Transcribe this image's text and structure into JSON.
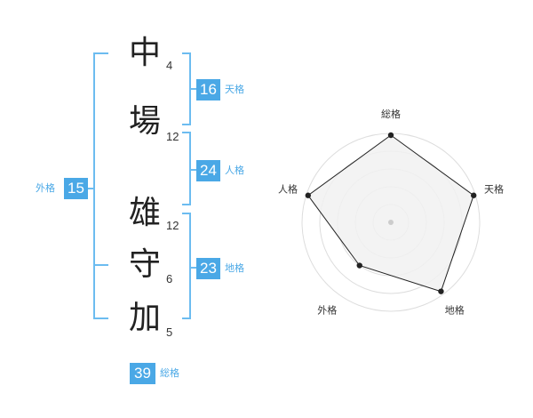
{
  "name_chars": [
    {
      "char": "中",
      "strokes": "4"
    },
    {
      "char": "場",
      "strokes": "12"
    },
    {
      "char": "雄",
      "strokes": "12"
    },
    {
      "char": "守",
      "strokes": "6"
    },
    {
      "char": "加",
      "strokes": "5"
    }
  ],
  "fortunes": {
    "tenkaku": {
      "value": "16",
      "label": "天格"
    },
    "jinkaku": {
      "value": "24",
      "label": "人格"
    },
    "chikaku": {
      "value": "23",
      "label": "地格"
    },
    "gaikaku": {
      "value": "15",
      "label": "外格"
    },
    "soukaku": {
      "value": "39",
      "label": "総格"
    }
  },
  "radar": {
    "axes": [
      "総格",
      "天格",
      "地格",
      "外格",
      "人格"
    ],
    "values": [
      0.98,
      0.98,
      0.96,
      0.6,
      0.98
    ],
    "rings": 5
  },
  "colors": {
    "accent": "#4aa8e6",
    "bracket": "#6cbcf0",
    "radar_fill": "#f1f1f1",
    "radar_line": "#222222"
  }
}
